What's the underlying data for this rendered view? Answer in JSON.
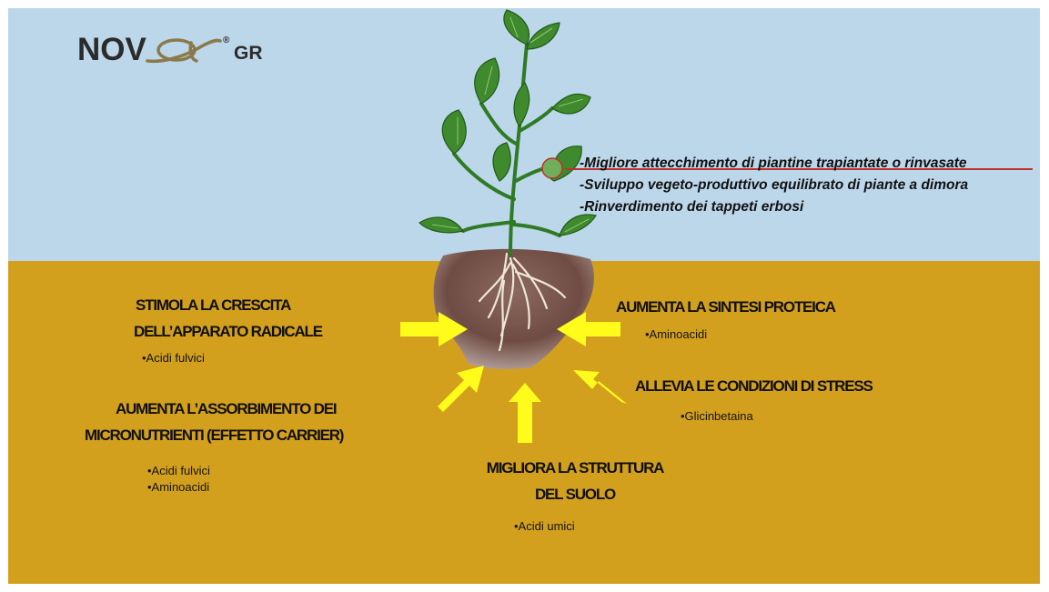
{
  "logo": {
    "brand": "NOV",
    "registered": "®",
    "suffix": "GR",
    "swirl_icon": "nova-swirl-logo-icon"
  },
  "benefits": [
    "-Migliore attecchimento di piantine trapiantate o rinvasate",
    "-Sviluppo vegeto-produttivo equilibrato di piante a dimora",
    "-Rinverdimento dei tappeti erbosi"
  ],
  "effects": {
    "root_growth": {
      "title": [
        "STIMOLA LA CRESCITA",
        "DELL’APPARATO RADICALE"
      ],
      "components": [
        "•Acidi fulvici"
      ]
    },
    "protein_synthesis": {
      "title": [
        "AUMENTA LA SINTESI PROTEICA"
      ],
      "components": [
        "•Aminoacidi"
      ]
    },
    "micronutrients": {
      "title": [
        "AUMENTA L’ASSORBIMENTO DEI",
        "MICRONUTRIENTI (EFFETTO CARRIER)"
      ],
      "components": [
        "•Acidi fulvici",
        "•Aminoacidi"
      ]
    },
    "stress": {
      "title": [
        "ALLEVIA LE CONDIZIONI DI STRESS"
      ],
      "components": [
        "•Glicinbetaina"
      ]
    },
    "soil_structure": {
      "title": [
        "MIGLIORA LA STRUTTURA",
        "DEL SUOLO"
      ],
      "components": [
        "•Acidi umici"
      ]
    }
  },
  "colors": {
    "sky": "#bcd6ea",
    "ground": "#d3a01e",
    "arrow": "#fffc1c",
    "leaf": "#3f8a2c",
    "soil": "#6f4c43",
    "highlight": "#c0312b"
  },
  "icons": {
    "plant": "plant-illustration",
    "soil": "soil-clump",
    "arrow": "yellow-arrow-icon",
    "callout": "leaf-callout-circle"
  }
}
